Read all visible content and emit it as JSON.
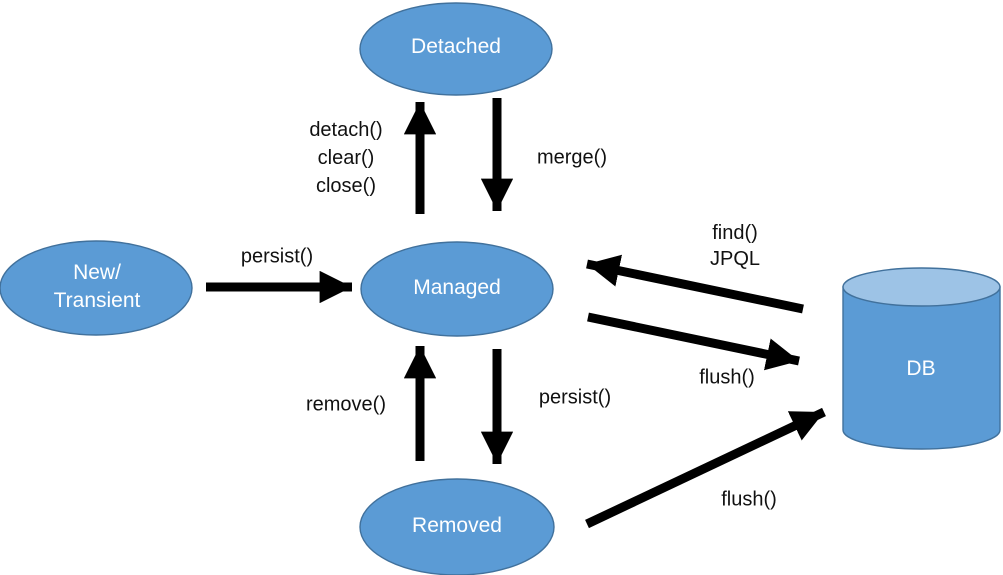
{
  "diagram": {
    "colors": {
      "node_fill": "#5b9bd5",
      "node_stroke": "#41719c",
      "cylinder_top_fill": "#9dc3e6",
      "arrow": "#000000",
      "node_text": "#ffffff",
      "label_text": "#111111",
      "background": "#ffffff"
    },
    "nodes": {
      "new_transient": {
        "shape": "ellipse",
        "lines": [
          "New/",
          "Transient"
        ]
      },
      "detached": {
        "shape": "ellipse",
        "label": "Detached"
      },
      "managed": {
        "shape": "ellipse",
        "label": "Managed"
      },
      "removed": {
        "shape": "ellipse",
        "label": "Removed"
      },
      "db": {
        "shape": "cylinder",
        "label": "DB"
      }
    },
    "edges": {
      "new_to_managed": {
        "from": "new_transient",
        "to": "managed",
        "label": "persist()"
      },
      "managed_to_detached": {
        "from": "managed",
        "to": "detached",
        "lines": [
          "detach()",
          "clear()",
          "close()"
        ]
      },
      "detached_to_managed": {
        "from": "detached",
        "to": "managed",
        "label": "merge()"
      },
      "db_to_managed": {
        "from": "db",
        "to": "managed",
        "lines": [
          "find()",
          "JPQL"
        ]
      },
      "managed_to_db": {
        "from": "managed",
        "to": "db",
        "label": "flush()"
      },
      "removed_to_managed": {
        "from": "removed",
        "to": "managed",
        "label": "remove()"
      },
      "managed_to_removed": {
        "from": "managed",
        "to": "removed",
        "label": "persist()"
      },
      "removed_to_db": {
        "from": "removed",
        "to": "db",
        "label": "flush()"
      }
    }
  }
}
